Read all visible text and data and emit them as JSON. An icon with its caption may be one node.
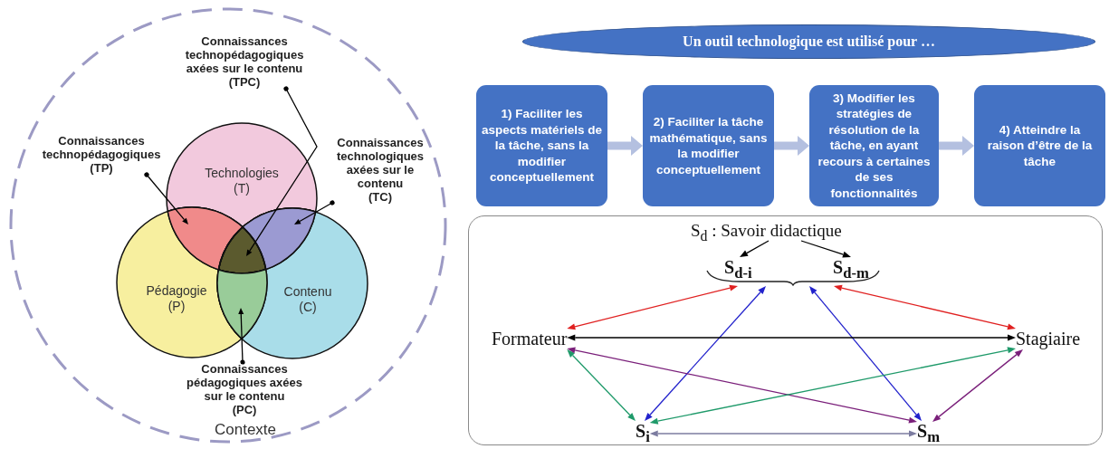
{
  "diagram": {
    "nodes": [
      {
        "text": [
          "Contexte"
        ]
      },
      {
        "text": [
          "Technologies",
          "(T)"
        ],
        "in": 0
      },
      {
        "text": [
          "Pédagogie",
          "(P)"
        ],
        "in": 0
      },
      {
        "text": [
          "Contenu",
          "(C)"
        ],
        "in": 0
      },
      {
        "text": [
          "Connaissances technopédagogiques axées sur le contenu",
          "(TPC)"
        ],
        "in": 0
      },
      {
        "text": [
          "Connaissances technopédagogiques",
          "(TP)"
        ],
        "in": 0
      },
      {
        "text": [
          "Connaissances technologiques axées sur le contenu",
          "(TC)"
        ],
        "in": 0
      },
      {
        "text": [
          "Connaissances pédagogiques axées sur le contenu",
          "(PC)"
        ],
        "in": 0
      },
      {
        "text": [],
        "shape": "lens"
      },
      {
        "text": [],
        "shape": "lens"
      },
      {
        "text": [],
        "shape": "triangle"
      },
      {
        "text": [],
        "shape": "lens"
      },
      {
        "text": [
          "Un outil technologique est utilisé pour …"
        ]
      },
      {
        "text": [
          "1) Faciliter les aspects matériels de la tâche, sans la modifier conceptuellement"
        ]
      },
      {
        "text": [
          "2) Faciliter la tâche mathématique, sans la modifier conceptuellement"
        ]
      },
      {
        "text": [
          "3) Modifier les stratégies de résolution de la tâche, en ayant recours à certaines de ses fonctionnalités"
        ]
      },
      {
        "text": [
          "4) Atteindre la raison d’être de la tâche"
        ]
      },
      {
        "text": [],
        "shape": "box"
      },
      {
        "text": [
          "S$_{d}$ : Savoir didactique"
        ],
        "in": 17
      },
      {
        "text": [
          "S$_{d-i}$"
        ],
        "in": 17
      },
      {
        "text": [
          "S$_{d-m}$"
        ],
        "in": 17
      },
      {
        "text": [],
        "shape": "brace",
        "in": 17
      },
      {
        "text": [
          "Formateur"
        ],
        "in": 17
      },
      {
        "text": [
          "Stagiaire"
        ],
        "in": 17
      },
      {
        "text": [
          "S$_{i}$"
        ],
        "in": 17
      },
      {
        "text": [
          "S$_{m}$"
        ],
        "in": 17
      }
    ],
    "edges": [
      {
        "from": 4,
        "to": 10,
        "arrow": "to"
      },
      {
        "from": 5,
        "to": 8,
        "arrow": "to"
      },
      {
        "from": 6,
        "to": 9,
        "arrow": "to"
      },
      {
        "from": 7,
        "to": 11,
        "arrow": "to"
      },
      {
        "from": 13,
        "to": 14,
        "arrow": "to",
        "style": "thick",
        "color": "#b4c0e0"
      },
      {
        "from": 14,
        "to": 15,
        "arrow": "to",
        "style": "thick",
        "color": "#b4c0e0"
      },
      {
        "from": 15,
        "to": 16,
        "arrow": "to",
        "style": "thick",
        "color": "#b4c0e0"
      },
      {
        "from": 18,
        "to": 19,
        "arrow": "to"
      },
      {
        "from": 18,
        "to": 20,
        "arrow": "to"
      },
      {
        "from": 22,
        "to": 21,
        "arrow": "both",
        "color": "#e02020"
      },
      {
        "from": 23,
        "to": 21,
        "arrow": "both",
        "color": "#e02020"
      },
      {
        "from": 24,
        "to": 21,
        "arrow": "both",
        "color": "#2222cc"
      },
      {
        "from": 25,
        "to": 21,
        "arrow": "both",
        "color": "#2222cc"
      },
      {
        "from": 22,
        "to": 23,
        "arrow": "both"
      },
      {
        "from": 22,
        "to": 24,
        "arrow": "both",
        "color": "#1f9a6a"
      },
      {
        "from": 22,
        "to": 25,
        "arrow": "both",
        "color": "#7a1f7a"
      },
      {
        "from": 23,
        "to": 24,
        "arrow": "both",
        "color": "#1f9a6a"
      },
      {
        "from": 23,
        "to": 25,
        "arrow": "both",
        "color": "#7a1f7a"
      },
      {
        "from": 24,
        "to": 25,
        "arrow": "both",
        "color": "#7c7ca0"
      }
    ]
  }
}
